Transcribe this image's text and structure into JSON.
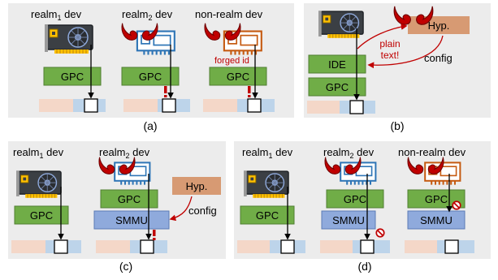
{
  "panels": {
    "a": {
      "caption": "(a)",
      "dev1": {
        "base": "realm",
        "sub": "1",
        "suffix": " dev"
      },
      "dev2": {
        "base": "realm",
        "sub": "2",
        "suffix": " dev"
      },
      "dev3": "non-realm dev",
      "forged": "forged id",
      "gpc": "GPC"
    },
    "b": {
      "caption": "(b)",
      "hyp": "Hyp.",
      "plain_line1": "plain",
      "plain_line2": "text!",
      "config": "config",
      "ide": "IDE",
      "gpc": "GPC"
    },
    "c": {
      "caption": "(c)",
      "dev1": {
        "base": "realm",
        "sub": "1",
        "suffix": " dev"
      },
      "dev2": {
        "base": "realm",
        "sub": "2",
        "suffix": " dev"
      },
      "gpc": "GPC",
      "smmu": "SMMU",
      "hyp": "Hyp.",
      "config": "config"
    },
    "d": {
      "caption": "(d)",
      "dev1": {
        "base": "realm",
        "sub": "1",
        "suffix": " dev"
      },
      "dev2": {
        "base": "realm",
        "sub": "2",
        "suffix": " dev"
      },
      "dev3": "non-realm dev",
      "gpc": "GPC",
      "smmu": "SMMU"
    }
  },
  "colors": {
    "panel_bg": "#ececec",
    "gpc_green": "#70ad47",
    "smmu_blue": "#8faadc",
    "hyp_brown": "#d79a73",
    "mem_pink": "#f4d7c8",
    "mem_blue": "#bdd4ea",
    "alert_red": "#c00000"
  },
  "icons": [
    "gpu-card-icon",
    "blue-gpu-card-icon",
    "orange-gpu-card-icon",
    "devil-horns-icon",
    "blocked-icon",
    "exclamation-icon"
  ]
}
